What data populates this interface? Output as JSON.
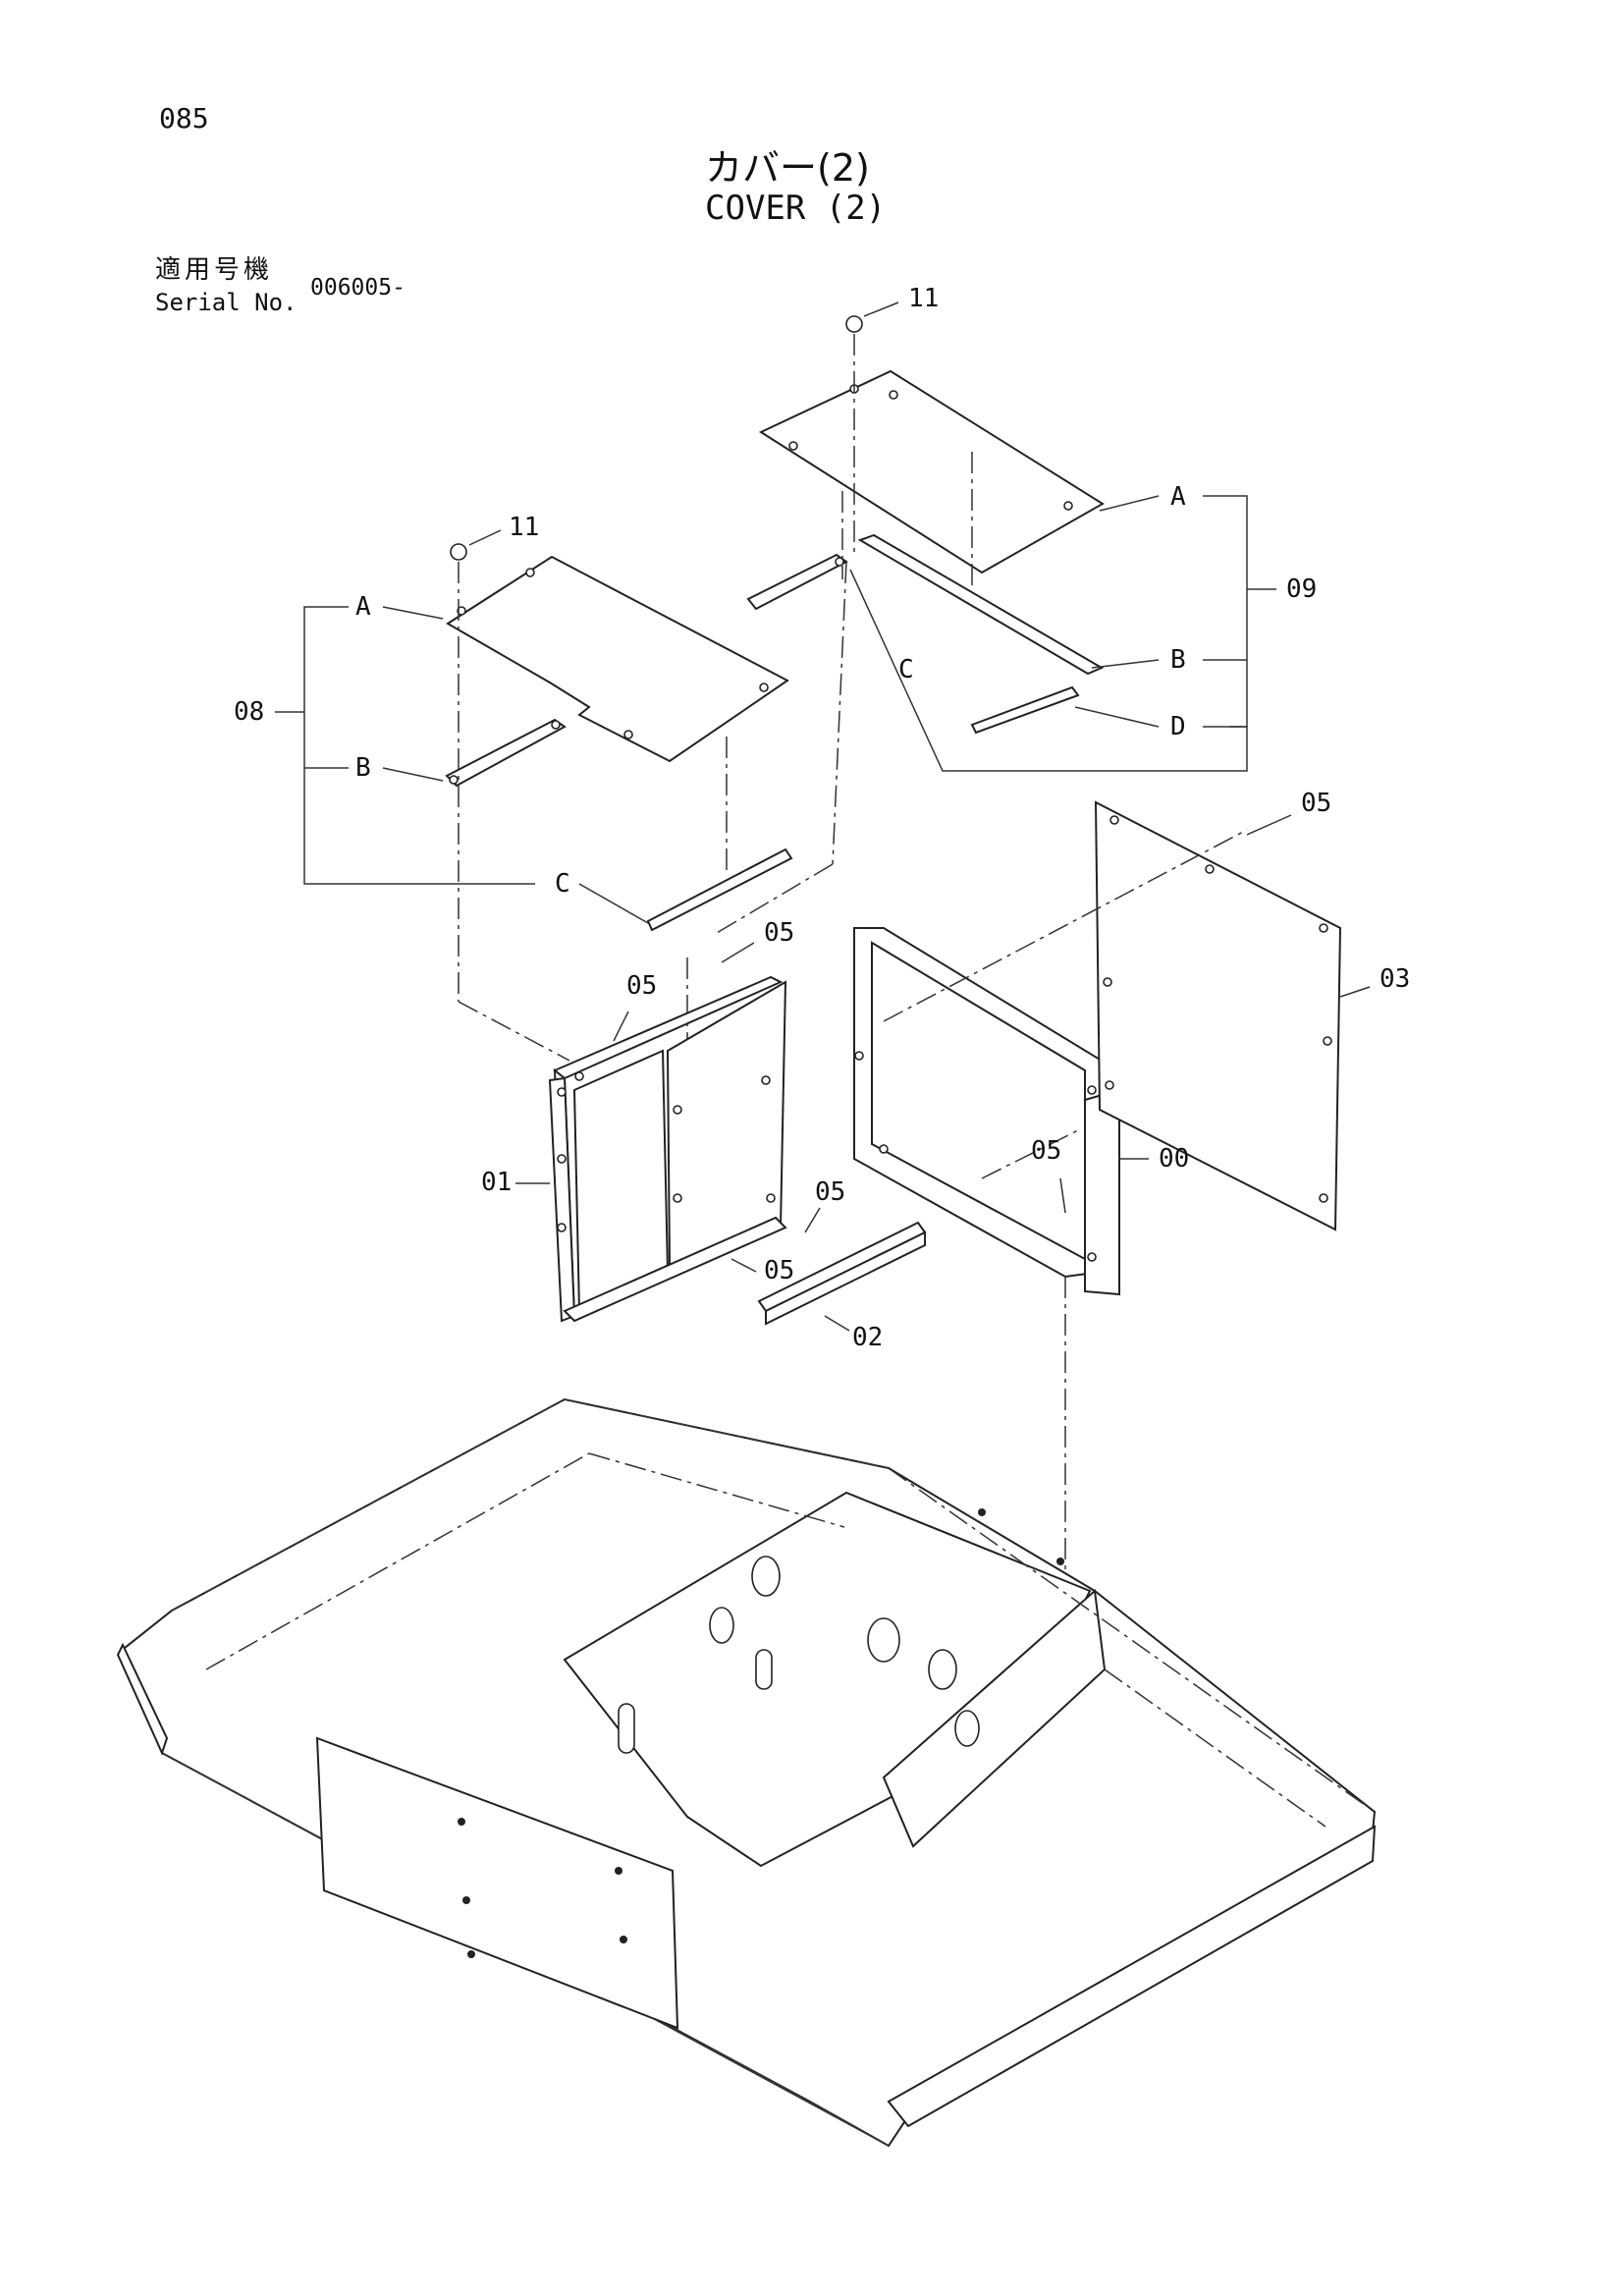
{
  "page": {
    "number": "085"
  },
  "title": {
    "jp": "カバー(2)",
    "en": "COVER (2)"
  },
  "serial": {
    "label_jp": "適用号機",
    "label_en": "Serial No.",
    "value": "006005-"
  },
  "callouts": {
    "c11_top": "11",
    "c11_left": "11",
    "c_A_right": "A",
    "c_09": "09",
    "c_B_right": "B",
    "c_D_right": "D",
    "c_C_right": "C",
    "c_A_left": "A",
    "c_08": "08",
    "c_B_left": "B",
    "c_C_left": "C",
    "c05_top_right": "05",
    "c05_mid": "05",
    "c05_left": "05",
    "c03": "03",
    "c05_frame": "05",
    "c00": "00",
    "c01": "01",
    "c05_bracket_a": "05",
    "c05_bracket_b": "05",
    "c02": "02"
  }
}
